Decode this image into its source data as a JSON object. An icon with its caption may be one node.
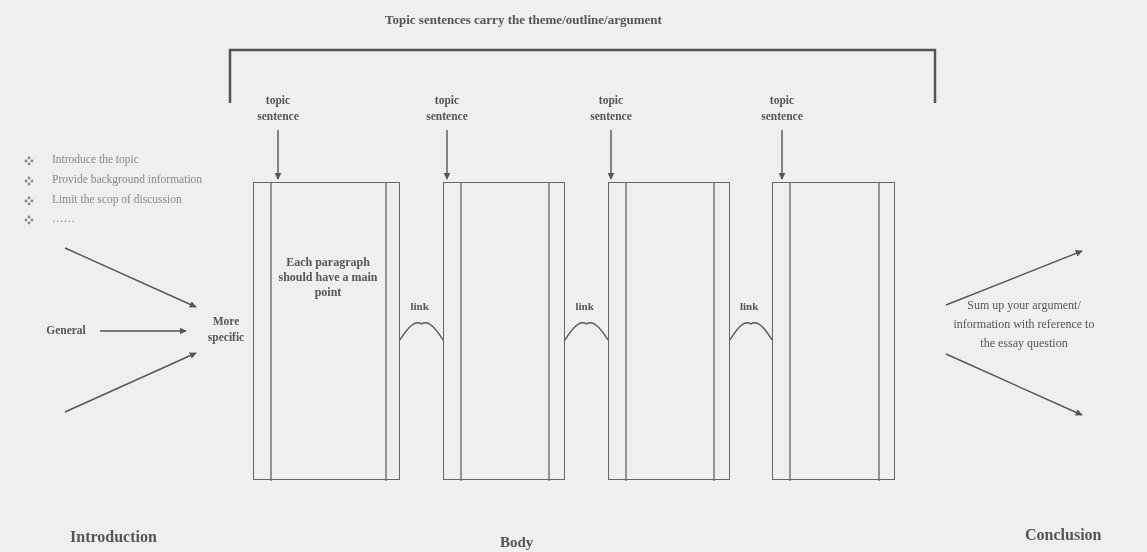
{
  "diagram": {
    "nodes": [
      {
        "text": [
          "topic sentence"
        ]
      },
      {
        "text": [
          "topic sentence"
        ]
      },
      {
        "text": [
          "topic sentence"
        ]
      },
      {
        "text": [
          "topic sentence"
        ]
      },
      {
        "text": [
          "Each paragraph should have a main point"
        ]
      },
      {
        "text": [],
        "shape": "box"
      },
      {
        "text": [],
        "shape": "box"
      },
      {
        "text": [],
        "shape": "box"
      },
      {
        "text": [
          "General"
        ]
      },
      {
        "text": [
          "More specific"
        ]
      },
      {
        "text": [
          "Sum up your argument/ information with reference to the essay question"
        ]
      }
    ],
    "edges": [
      {
        "from": 0,
        "to": 4,
        "arrow": "to"
      },
      {
        "from": 1,
        "to": 5,
        "arrow": "to"
      },
      {
        "from": 2,
        "to": 6,
        "arrow": "to"
      },
      {
        "from": 3,
        "to": 7,
        "arrow": "to"
      },
      {
        "from": 4,
        "to": 5,
        "label": "link",
        "arrow": "none"
      },
      {
        "from": 5,
        "to": 6,
        "label": "link",
        "arrow": "none"
      },
      {
        "from": 6,
        "to": 7,
        "label": "link",
        "arrow": "none"
      },
      {
        "from": null,
        "to": 9,
        "arrow": "to"
      },
      {
        "from": 8,
        "to": 9,
        "arrow": "to"
      },
      {
        "from": null,
        "to": 9,
        "arrow": "to"
      },
      {
        "from": 10,
        "to": null,
        "arrow": "to"
      },
      {
        "from": 10,
        "to": null,
        "arrow": "to"
      }
    ],
    "labels": [
      "Topic sentences carry the theme/outline/argument",
      "Introduce the topic",
      "Provide background information",
      "Limit the scop of discussion",
      "……",
      "Introduction",
      "Body",
      "Conclusion"
    ]
  }
}
